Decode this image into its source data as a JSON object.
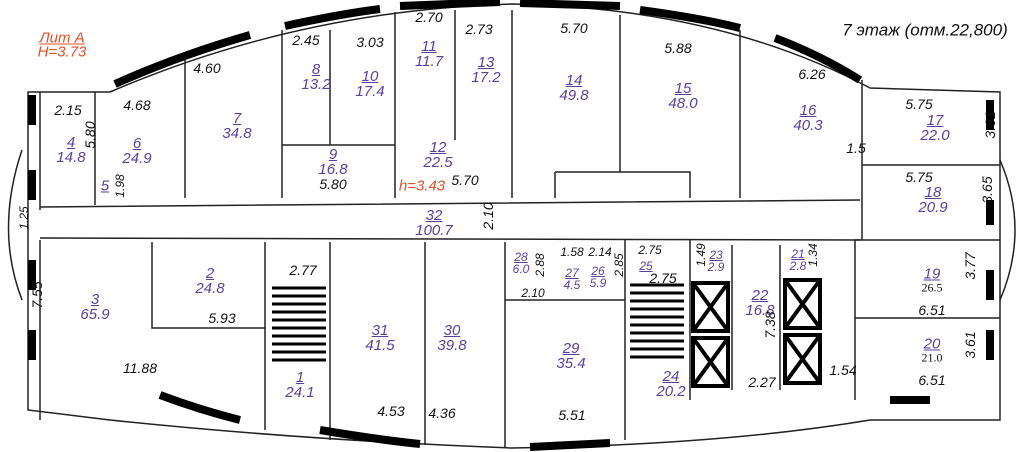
{
  "title": "7 этаж (отм.22,800)",
  "lit_label": "Лит А",
  "lit_height": "H=3.73",
  "corridor_height": "h=3.43",
  "rooms": [
    {
      "num": "1",
      "area": "24.1"
    },
    {
      "num": "2",
      "area": "24.8"
    },
    {
      "num": "3",
      "area": "65.9"
    },
    {
      "num": "4",
      "area": "14.8"
    },
    {
      "num": "5",
      "area": ""
    },
    {
      "num": "6",
      "area": "24.9"
    },
    {
      "num": "7",
      "area": "34.8"
    },
    {
      "num": "8",
      "area": "13.2"
    },
    {
      "num": "9",
      "area": "16.8"
    },
    {
      "num": "10",
      "area": "17.4"
    },
    {
      "num": "11",
      "area": "11.7"
    },
    {
      "num": "12",
      "area": "22.5"
    },
    {
      "num": "13",
      "area": "17.2"
    },
    {
      "num": "14",
      "area": "49.8"
    },
    {
      "num": "15",
      "area": "48.0"
    },
    {
      "num": "16",
      "area": "40.3"
    },
    {
      "num": "17",
      "area": "22.0"
    },
    {
      "num": "18",
      "area": "20.9"
    },
    {
      "num": "19",
      "area": "26.5"
    },
    {
      "num": "20",
      "area": "21.0"
    },
    {
      "num": "21",
      "area": "2.8"
    },
    {
      "num": "22",
      "area": "16.8"
    },
    {
      "num": "23",
      "area": "2.9"
    },
    {
      "num": "24",
      "area": "20.2"
    },
    {
      "num": "25",
      "area": ""
    },
    {
      "num": "26",
      "area": "5.9"
    },
    {
      "num": "27",
      "area": "4.5"
    },
    {
      "num": "28",
      "area": "6.0"
    },
    {
      "num": "29",
      "area": "35.4"
    },
    {
      "num": "30",
      "area": "39.8"
    },
    {
      "num": "31",
      "area": "41.5"
    },
    {
      "num": "32",
      "area": "100.7"
    }
  ],
  "dimensions": [
    "2.15",
    "5.80",
    "1.98",
    "1.25",
    "4.68",
    "4.60",
    "2.45",
    "3.03",
    "2.70",
    "2.73",
    "5.70",
    "5.88",
    "6.26",
    "5.75",
    "3.61",
    "1.5",
    "5.75",
    "3.65",
    "5.80",
    "5.70",
    "2.10",
    "2.77",
    "5.93",
    "7.55",
    "11.88",
    "4.53",
    "4.36",
    "5.51",
    "2.88",
    "1.58",
    "2.14",
    "2.85",
    "2.10",
    "2.75",
    "2.75",
    "1.49",
    "1.34",
    "7.38",
    "2.27",
    "1.54",
    "3.77",
    "6.51",
    "3.61",
    "6.51"
  ]
}
